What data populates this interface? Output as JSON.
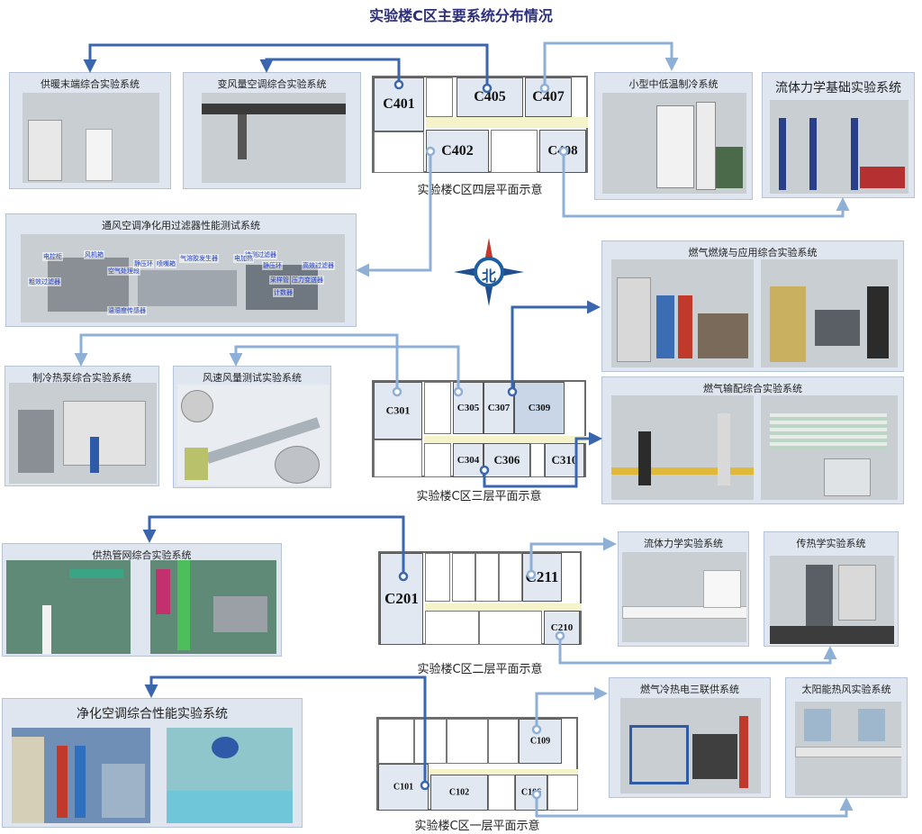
{
  "title": "实验楼C区主要系统分布情况",
  "floors": {
    "f4": {
      "caption": "实验楼C区四层平面示意",
      "rooms": {
        "c401": "C401",
        "c405": "C405",
        "c407": "C407",
        "c402": "C402",
        "c408": "C408"
      }
    },
    "f3": {
      "caption": "实验楼C区三层平面示意",
      "rooms": {
        "c301": "C301",
        "c305": "C305",
        "c307": "C307",
        "c309": "C309",
        "c304": "C304",
        "c306": "C306",
        "c310": "C310"
      }
    },
    "f2": {
      "caption": "实验楼C区二层平面示意",
      "rooms": {
        "c201": "C201",
        "c211": "C211",
        "c210": "C210"
      }
    },
    "f1": {
      "caption": "实验楼C区一层平面示意",
      "rooms": {
        "c101": "C101",
        "c102": "C102",
        "c109": "C109",
        "c106": "C106"
      }
    }
  },
  "systems": {
    "heating_terminal": "供暖末端综合实验系统",
    "vav": "变风量空调综合实验系统",
    "small_refrigeration": "小型中低温制冷系统",
    "fluid_basic": "流体力学基础实验系统",
    "filter_test": "通风空调净化用过滤器性能测试系统",
    "gas_combustion": "燃气燃烧与应用综合实验系统",
    "heat_pump": "制冷热泵综合实验系统",
    "wind_speed": "风速风量测试实验系统",
    "gas_distribution": "燃气输配综合实验系统",
    "heating_network": "供热管网综合实验系统",
    "fluid_mechanics": "流体力学实验系统",
    "heat_transfer": "传热学实验系统",
    "clean_ac": "净化空调综合性能实验系统",
    "cchp": "燃气冷热电三联供系统",
    "solar_air": "太阳能热风实验系统"
  },
  "filter_labels": [
    "电控柜",
    "风机箱",
    "空气处理段",
    "静压环",
    "喷嘴箱",
    "气溶胶发生器",
    "待测过滤器",
    "粗效过滤器",
    "静压环",
    "高效过滤器",
    "采样管",
    "压力变送器",
    "计数器",
    "温湿度传感器",
    "电加热"
  ],
  "compass_label": "北",
  "colors": {
    "panel": "#dfe6f0",
    "arrow_dark": "#3a66ae",
    "arrow_light": "#8fb0d6",
    "title": "#2d2f7a"
  }
}
